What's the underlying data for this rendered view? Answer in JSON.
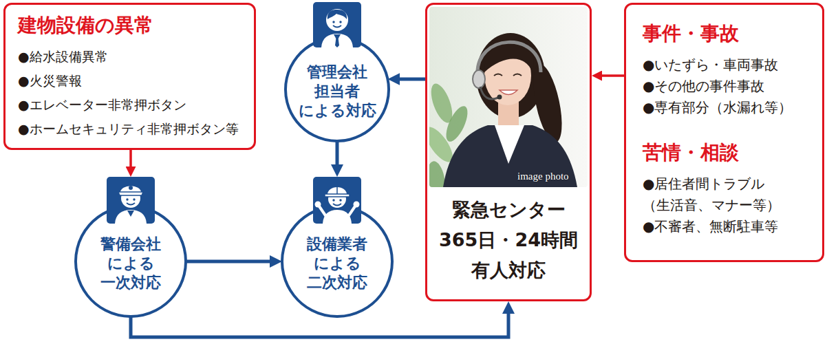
{
  "diagram": {
    "nodes": [
      {
        "text": [
          "建物設備の異常",
          "●給水設備異常",
          "●火災警報",
          "●エレベーター非常押ボタン",
          "●ホームセキュリティ非常押ボタン等"
        ]
      },
      {
        "text": [
          "管理会社 担当者 による対応"
        ]
      },
      {
        "text": [
          "緊急センター 365日・24時間 有人対応"
        ]
      },
      {
        "text": [
          "事件・事故",
          "●いたずら・車両事故",
          "●その他の事件事故",
          "●専有部分（水漏れ等）",
          "苦情・相談",
          "●居住者間トラブル （生活音、マナー等）",
          "●不審者、無断駐車等"
        ]
      },
      {
        "text": [
          "警備会社 による 一次対応"
        ]
      },
      {
        "text": [
          "設備業者 による 二次対応"
        ]
      }
    ],
    "edges": [
      {
        "from": 0,
        "to": 4,
        "arrow": "to"
      },
      {
        "from": 4,
        "to": 5,
        "arrow": "to"
      },
      {
        "from": 1,
        "to": 5,
        "arrow": "to"
      },
      {
        "from": 2,
        "to": 1,
        "arrow": "to"
      },
      {
        "from": 3,
        "to": 2,
        "arrow": "to"
      },
      {
        "from": 4,
        "to": 2,
        "arrow": "to"
      }
    ],
    "labels": [
      "image photo"
    ]
  }
}
